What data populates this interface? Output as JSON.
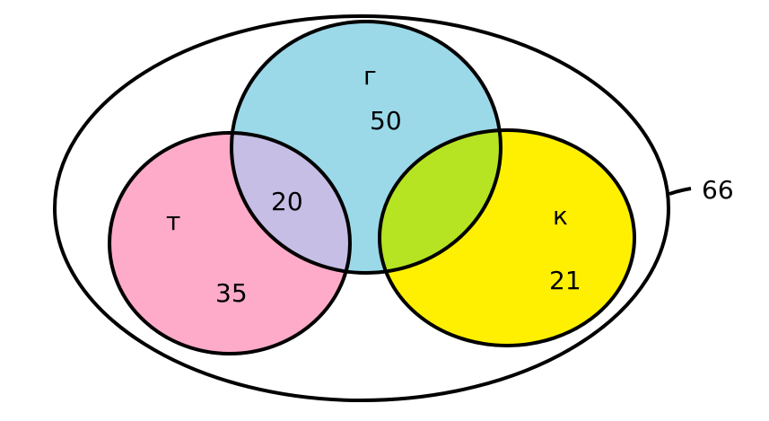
{
  "colors": {
    "set_t": "#FDABC8",
    "set_g": "#9BD9E9",
    "set_k": "#FEF000",
    "overlap_t_g": "#C7BEE6",
    "overlap_g_k": "#B6E322",
    "outline": "#000000",
    "background": "#FFFFFF"
  },
  "sets": [
    {
      "key": "t",
      "label": "т",
      "value": "35"
    },
    {
      "key": "g",
      "label": "г",
      "value": "50"
    },
    {
      "key": "k",
      "label": "к",
      "value": "21"
    }
  ],
  "intersections": [
    {
      "sets": [
        "t",
        "g"
      ],
      "value": "20"
    }
  ],
  "universe": {
    "value": "66"
  }
}
